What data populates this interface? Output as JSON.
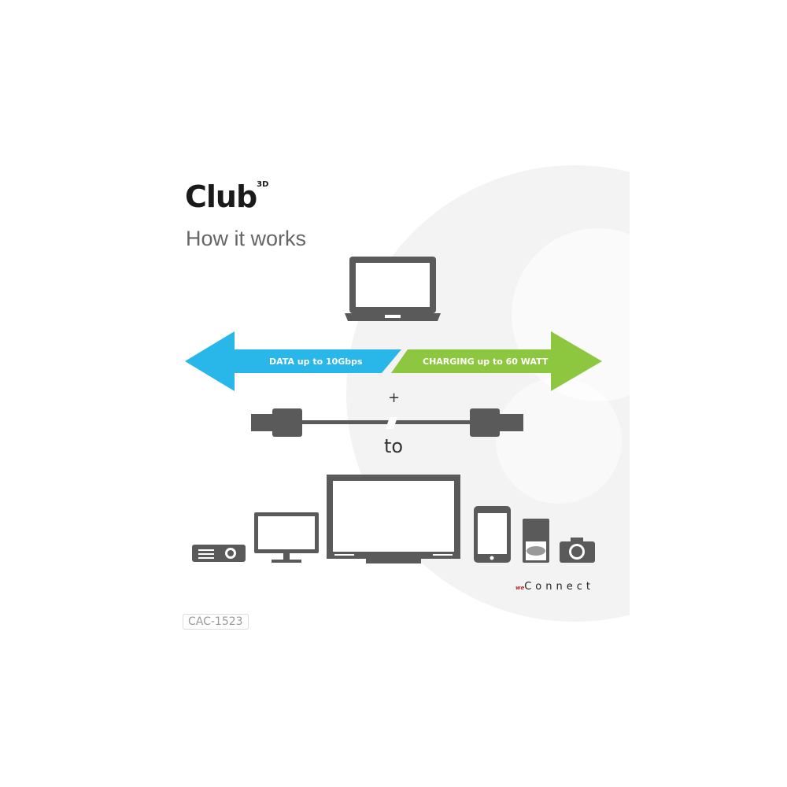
{
  "brand": {
    "name": "Club",
    "superscript": "3D"
  },
  "title": "How it works",
  "arrows": {
    "data_label": "DATA up to 10Gbps",
    "charging_label": "CHARGING up to 60 WATT",
    "data_color": "#29b6e8",
    "charging_color": "#8dc63f"
  },
  "plus": "+",
  "to": "to",
  "tagline": {
    "prefix": "we",
    "text": "Connect"
  },
  "sku": "CAC-1523"
}
